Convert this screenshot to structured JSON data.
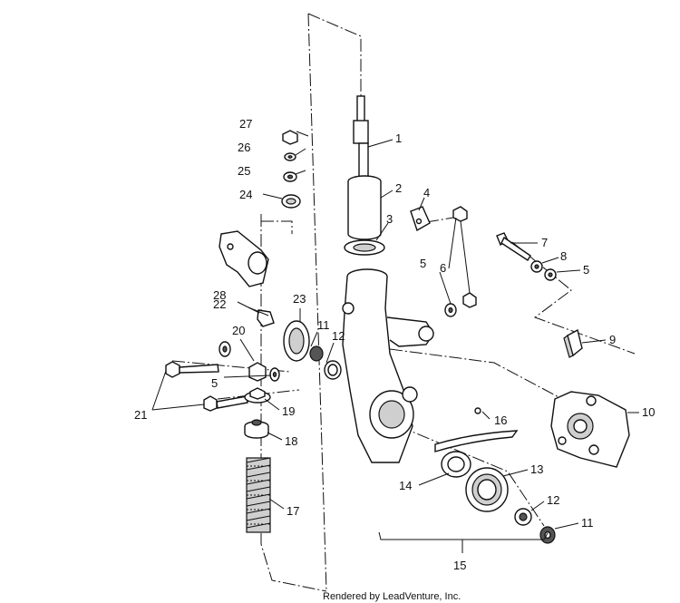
{
  "callouts": {
    "n1": "1",
    "n2": "2",
    "n3": "3",
    "n4": "4",
    "n5a": "5",
    "n5b": "5",
    "n5c": "5",
    "n6": "6",
    "n7": "7",
    "n8": "8",
    "n9": "9",
    "n10": "10",
    "n11a": "11",
    "n11b": "11",
    "n12a": "12",
    "n12b": "12",
    "n13": "13",
    "n14": "14",
    "n15": "15",
    "n16": "16",
    "n17": "17",
    "n18": "18",
    "n19": "19",
    "n20": "20",
    "n21": "21",
    "n22": "22",
    "n23": "23",
    "n24": "24",
    "n25": "25",
    "n26": "26",
    "n27": "27",
    "n28": "28"
  },
  "footer": "Rendered by LeadVenture, Inc."
}
